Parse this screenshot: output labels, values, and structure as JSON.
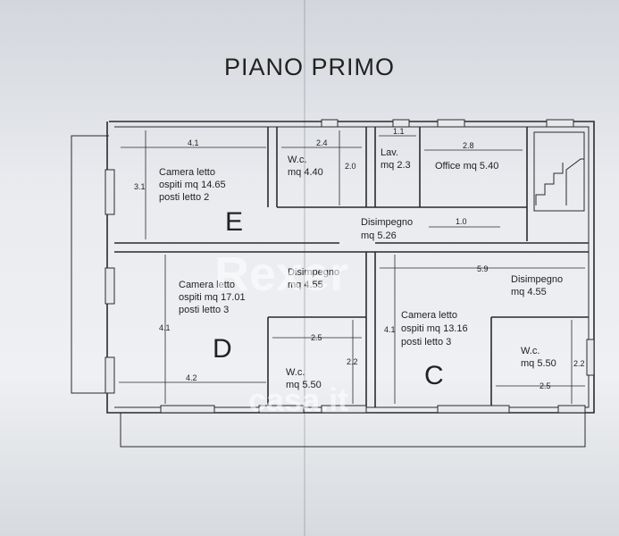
{
  "title": "PIANO PRIMO",
  "rooms": {
    "camera_e": [
      "Camera letto",
      "ospiti mq 14.65",
      "posti letto 2"
    ],
    "wc_1": [
      "W.c.",
      "mq 4.40"
    ],
    "lav": [
      "Lav.",
      "mq 2.3"
    ],
    "office": "Office mq 5.40",
    "disimpegno_top": [
      "Disimpegno",
      "mq 5.26"
    ],
    "camera_d": [
      "Camera letto",
      "ospiti mq 17.01",
      "posti letto 3"
    ],
    "disimpegno_d": [
      "Disimpegno",
      "mq 4.55"
    ],
    "wc_d": [
      "W.c.",
      "mq 5.50"
    ],
    "camera_c": [
      "Camera letto",
      "ospiti mq 13.16",
      "posti letto 3"
    ],
    "disimpegno_c": [
      "Disimpegno",
      "mq 4.55"
    ],
    "wc_c": [
      "W.c.",
      "mq 5.50"
    ]
  },
  "zones": {
    "e": "E",
    "d": "D",
    "c": "C"
  },
  "dimensions": {
    "e_width": "4.1",
    "e_height": "3.1",
    "wc1_width": "2.4",
    "wc1_height": "2.0",
    "lav_width": "1.1",
    "office_width": "2.8",
    "dis_width": "1.0",
    "d_height": "4.1",
    "d_width": "4.2",
    "wcd_width": "2.5",
    "wcd_height": "2.2",
    "c_width": "5.9",
    "c_height": "4.1",
    "wcc_height": "2.2",
    "wcc_width": "2.5"
  },
  "watermarks": {
    "brand": "Rexer",
    "site": "casa.it"
  }
}
